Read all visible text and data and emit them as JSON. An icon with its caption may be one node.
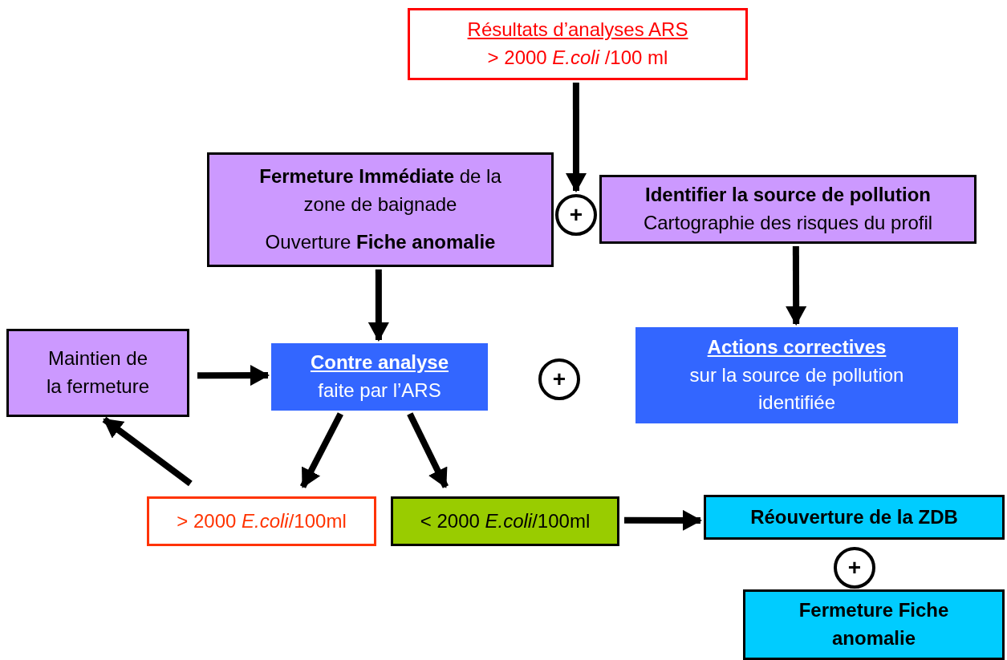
{
  "diagram": {
    "nodes": [
      {
        "text": [
          "Résultats d’analyses ARS",
          "> 2000 *E.coli* /100 ml"
        ]
      },
      {
        "text": [
          "**Fermeture Immédiate** de la zone de baignade",
          "Ouverture **Fiche anomalie**"
        ]
      },
      {
        "text": [
          "+"
        ]
      },
      {
        "text": [
          "Identifier la source de pollution",
          "Cartographie des risques du profil"
        ]
      },
      {
        "text": [
          "Maintien de la fermeture"
        ]
      },
      {
        "text": [
          "Contre analyse",
          "faite par l’ARS"
        ]
      },
      {
        "text": [
          "+"
        ]
      },
      {
        "text": [
          "Actions correctives",
          "sur la source de pollution identifiée"
        ]
      },
      {
        "text": [
          "> 2000 *E.coli*/100ml"
        ]
      },
      {
        "text": [
          "< 2000 *E.coli*/100ml"
        ]
      },
      {
        "text": [
          "Réouverture de la ZDB"
        ]
      },
      {
        "text": [
          "+"
        ]
      },
      {
        "text": [
          "Fermeture Fiche anomalie"
        ]
      }
    ],
    "edges": [
      {
        "from": 0,
        "to": 2,
        "arrow": "to"
      },
      {
        "from": 1,
        "to": 5,
        "arrow": "to"
      },
      {
        "from": 3,
        "to": 7,
        "arrow": "to"
      },
      {
        "from": 4,
        "to": 5,
        "arrow": "to"
      },
      {
        "from": 5,
        "to": 8,
        "arrow": "to"
      },
      {
        "from": 5,
        "to": 9,
        "arrow": "to"
      },
      {
        "from": 8,
        "to": 4,
        "arrow": "to"
      },
      {
        "from": 9,
        "to": 10,
        "arrow": "to"
      }
    ]
  }
}
